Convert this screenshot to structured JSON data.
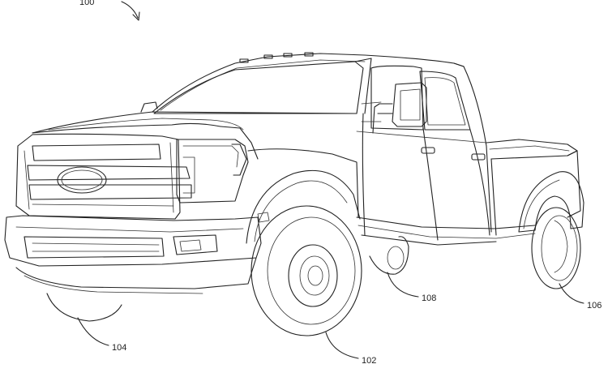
{
  "figure": {
    "main_ref": "100",
    "ref_102": "102",
    "ref_104": "104",
    "ref_106": "106",
    "ref_108": "108"
  },
  "colors": {
    "line": "#222222",
    "background": "#ffffff"
  }
}
